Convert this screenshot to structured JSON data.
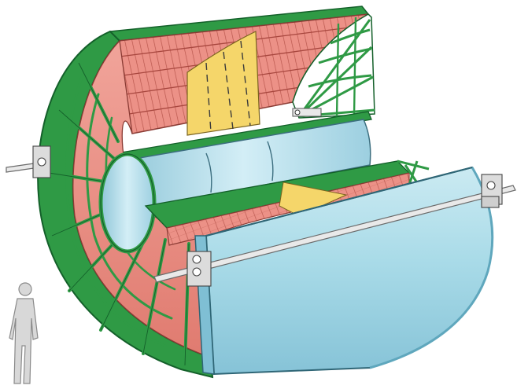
{
  "diagram": {
    "subject": "cutaway-cylindrical-detector-barrel",
    "colors": {
      "outer_skin": "#a9dbe8",
      "outer_skin_dark": "#7fbfd4",
      "frame_green": "#2f9a45",
      "frame_green_dark": "#1f7a34",
      "tiles_salmon": "#e7877d",
      "tiles_line": "#b9574e",
      "wedge_yellow": "#f5d66a",
      "rail": "#d6d6d6",
      "person": "#d8d8d8"
    },
    "parts": [
      "outer-shell",
      "end-flange-ring",
      "spoke-frame",
      "inner-bore-tube",
      "upper-tile-section",
      "lower-tile-section",
      "yellow-sector",
      "support-rail",
      "mounting-brackets",
      "human-scale-figure"
    ]
  }
}
